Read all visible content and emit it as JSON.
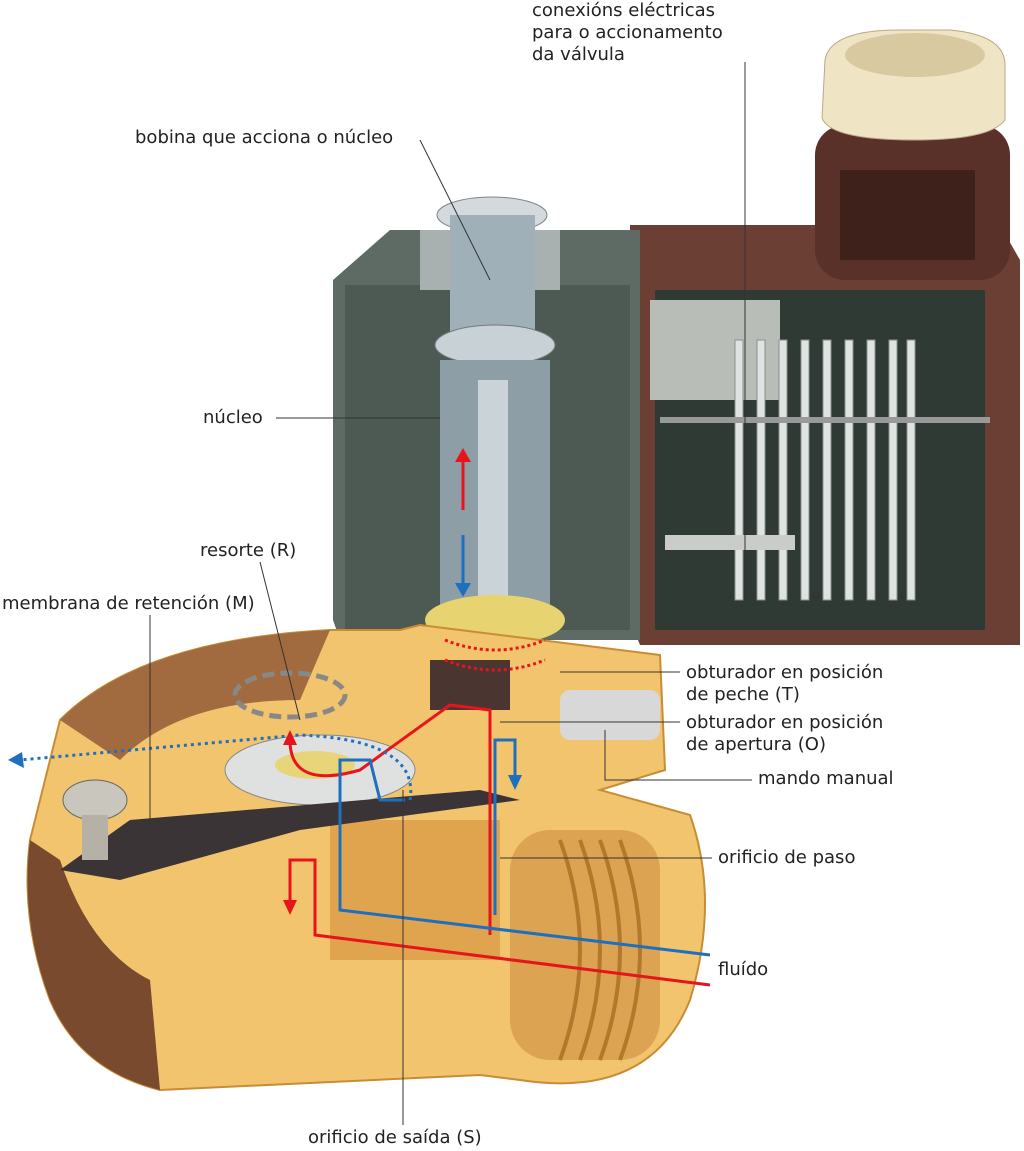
{
  "labels": {
    "connections": [
      "conexións eléctricas",
      "para o accionamento",
      "da válvula"
    ],
    "coil": "bobina que acciona o núcleo",
    "core": "núcleo",
    "spring": "resorte (R)",
    "membrane": "membrana de retención (M)",
    "closed_plug": [
      "obturador en posición",
      "de peche (T)"
    ],
    "open_plug": [
      "obturador en posición",
      "de apertura (O)"
    ],
    "manual_control": "mando manual",
    "passage_orifice": "orificio de paso",
    "fluid": "fluído",
    "outlet_orifice": "orificio de saída (S)"
  },
  "colors": {
    "brass": "#f2c46e",
    "brass_dark": "#d89a3c",
    "coil_housing": "#5d6b64",
    "brown_housing": "#6b3f33",
    "cap": "#efe4c4",
    "flow_red": "#e8141c",
    "flow_blue": "#1f6fbf"
  }
}
